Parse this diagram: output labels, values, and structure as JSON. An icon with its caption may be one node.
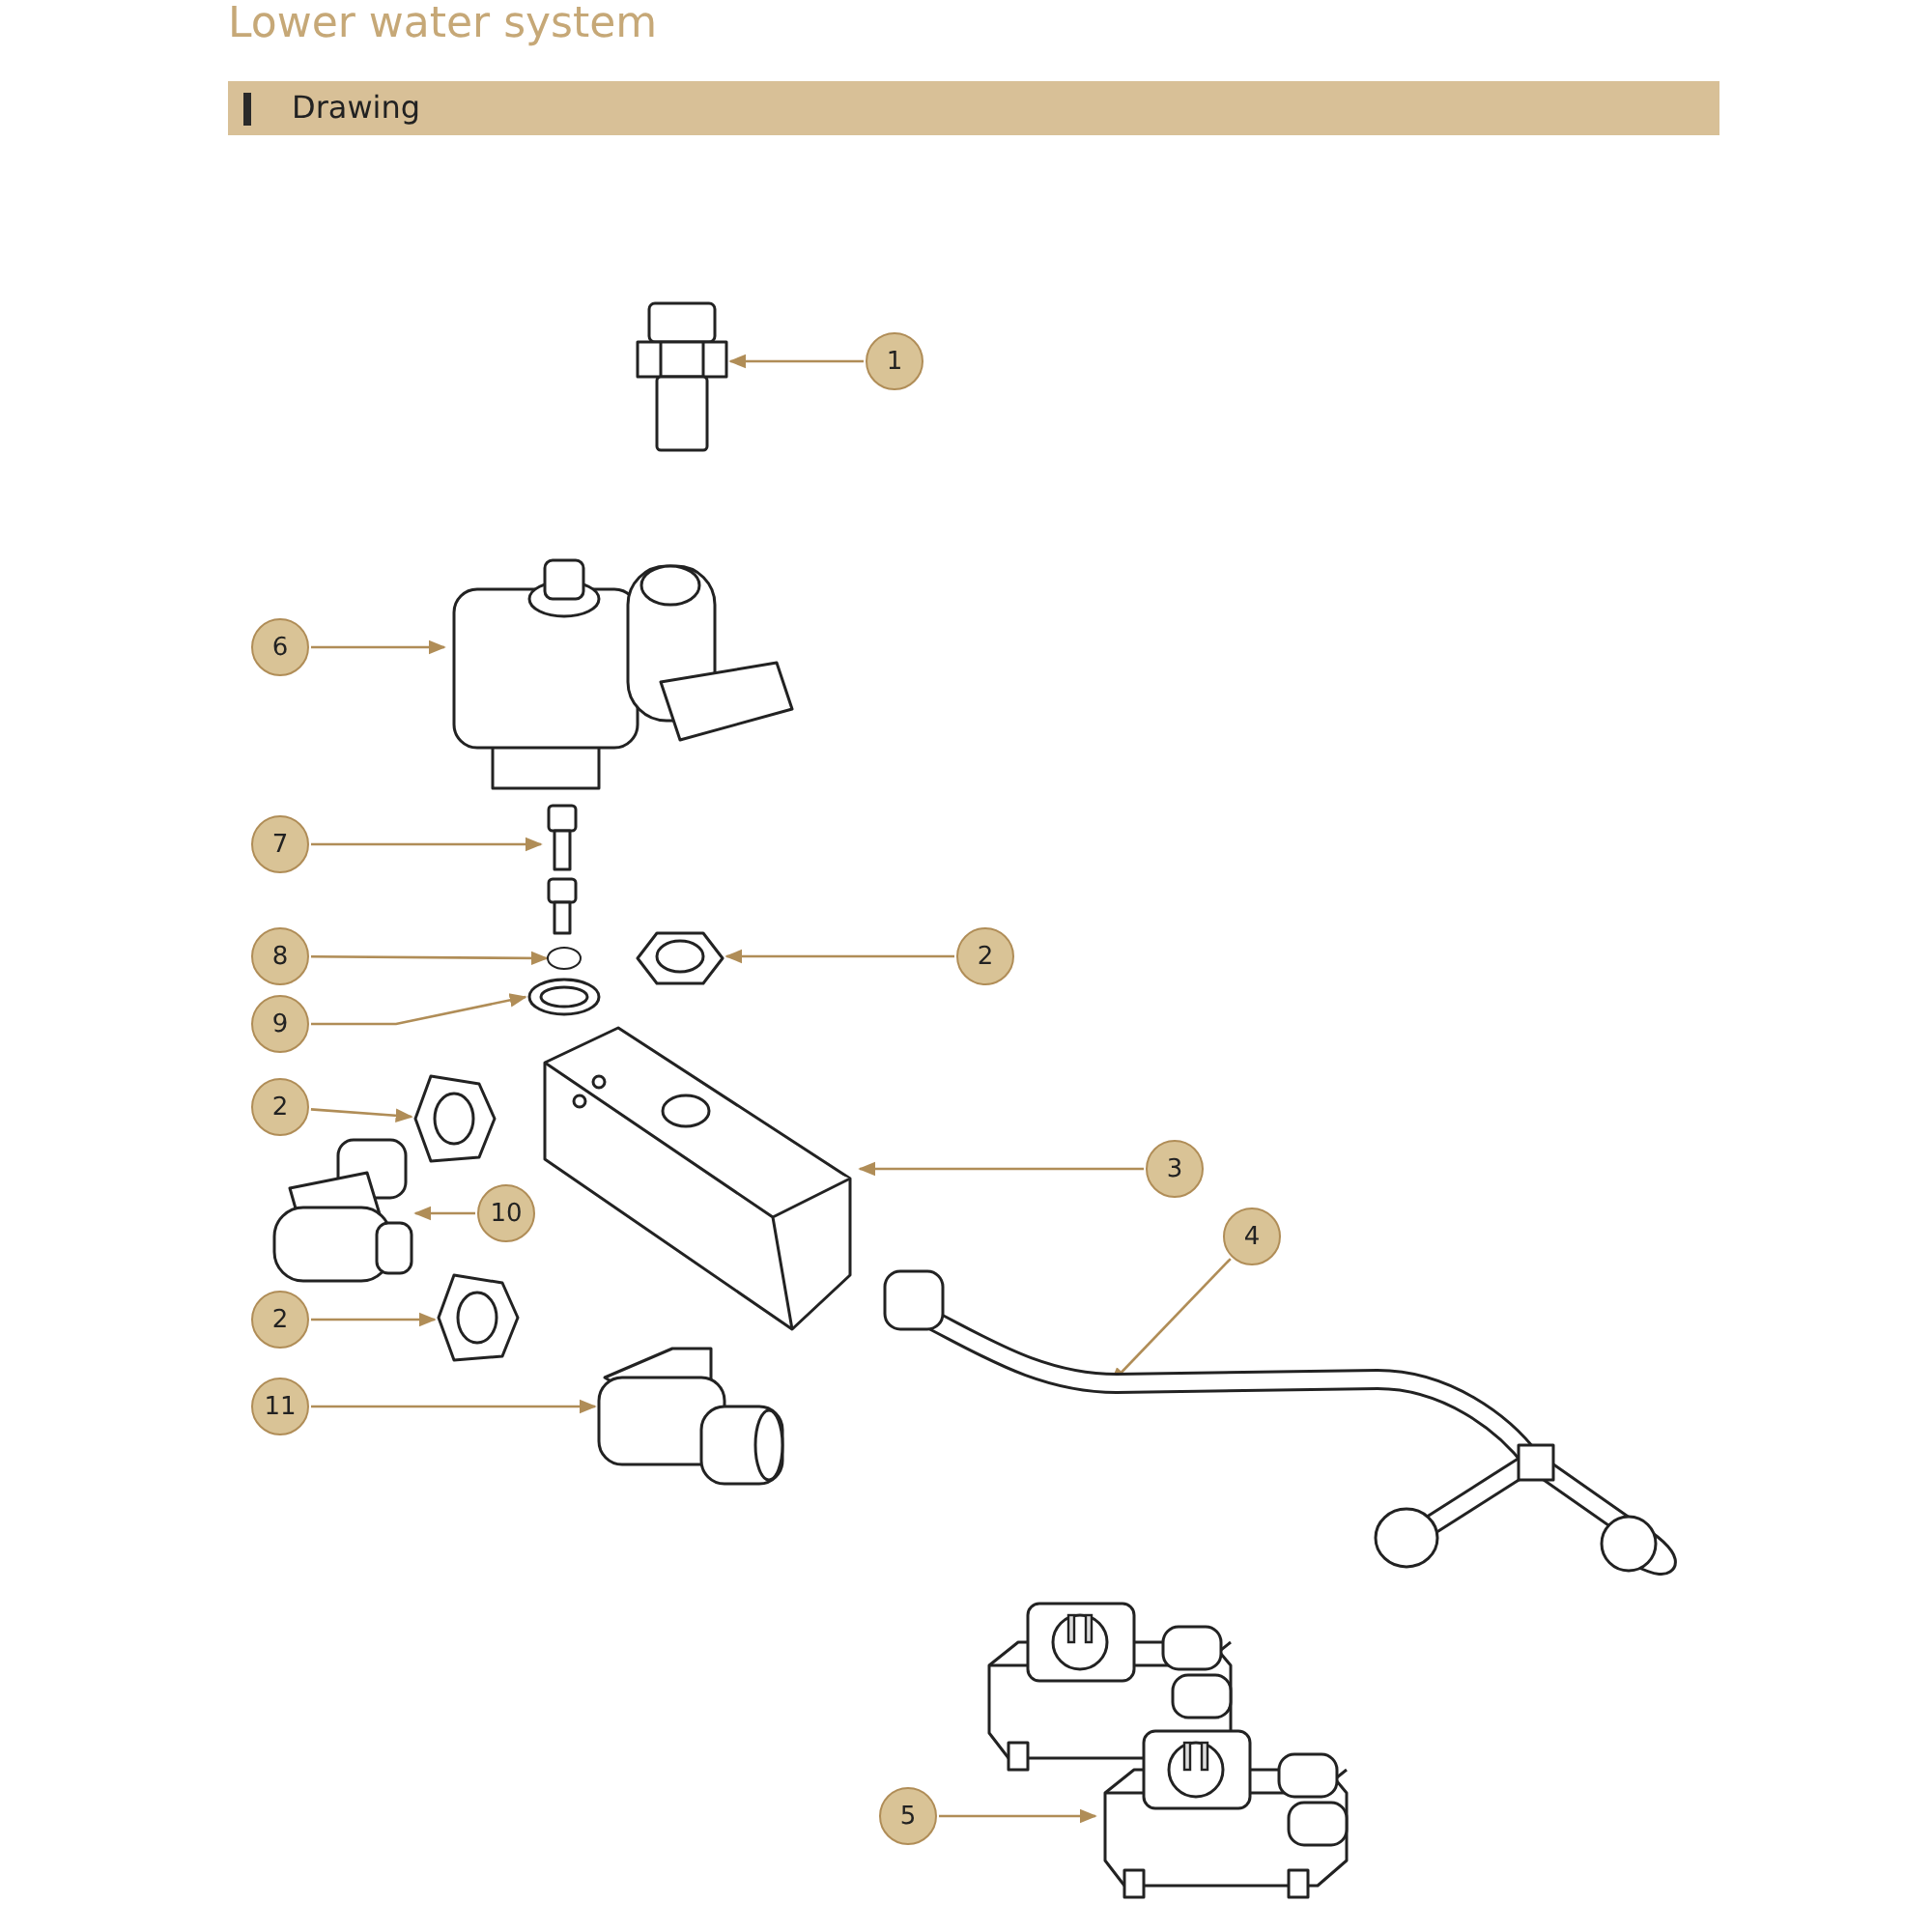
{
  "diagram": {
    "title": "Lower water system",
    "nodes": [
      {
        "text": [
          "Drawing"
        ]
      },
      {
        "text": [
          "1"
        ]
      },
      {
        "text": [],
        "shape": "picture"
      },
      {
        "text": [
          "6"
        ]
      },
      {
        "text": [],
        "shape": "picture"
      },
      {
        "text": [
          "7"
        ]
      },
      {
        "text": [],
        "shape": "picture"
      },
      {
        "text": [
          "8"
        ]
      },
      {
        "text": [],
        "shape": "circle"
      },
      {
        "text": [
          "9"
        ]
      },
      {
        "text": [],
        "shape": "picture"
      },
      {
        "text": [
          "2"
        ]
      },
      {
        "text": [],
        "shape": "picture"
      },
      {
        "text": [
          "2"
        ]
      },
      {
        "text": [],
        "shape": "picture"
      },
      {
        "text": [
          "10"
        ]
      },
      {
        "text": [],
        "shape": "picture"
      },
      {
        "text": [
          "3"
        ]
      },
      {
        "text": [],
        "shape": "picture"
      },
      {
        "text": [
          "2"
        ]
      },
      {
        "text": [],
        "shape": "picture"
      },
      {
        "text": [
          "11"
        ]
      },
      {
        "text": [],
        "shape": "picture"
      },
      {
        "text": [
          "4"
        ]
      },
      {
        "text": [],
        "shape": "picture"
      },
      {
        "text": [
          "5"
        ]
      },
      {
        "text": [],
        "shape": "picture"
      }
    ],
    "edges": [
      {
        "from": 1,
        "to": 2,
        "arrow": "to"
      },
      {
        "from": 3,
        "to": 4,
        "arrow": "to"
      },
      {
        "from": 5,
        "to": 6,
        "arrow": "to"
      },
      {
        "from": 7,
        "to": 8,
        "arrow": "to"
      },
      {
        "from": 9,
        "to": 10,
        "arrow": "to"
      },
      {
        "from": 11,
        "to": 12,
        "arrow": "to"
      },
      {
        "from": 13,
        "to": 14,
        "arrow": "to"
      },
      {
        "from": 15,
        "to": 16,
        "arrow": "to"
      },
      {
        "from": 17,
        "to": 18,
        "arrow": "to"
      },
      {
        "from": 19,
        "to": 20,
        "arrow": "to"
      },
      {
        "from": 21,
        "to": 22,
        "arrow": "to"
      },
      {
        "from": 23,
        "to": 24,
        "arrow": "to"
      },
      {
        "from": 25,
        "to": 26,
        "arrow": "to"
      }
    ]
  }
}
